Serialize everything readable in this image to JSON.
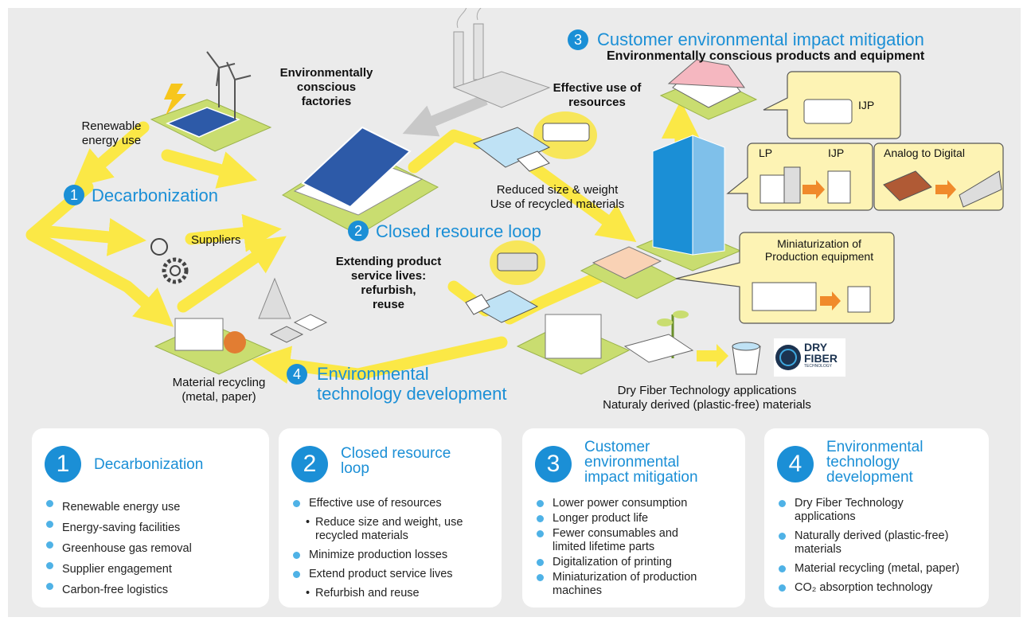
{
  "colors": {
    "accent": "#1b8fd6",
    "bullet": "#4fb2e6",
    "arrow": "#fbe846",
    "panel": "#ffffff",
    "background": "#ebebeb",
    "platform": "#c9dd70"
  },
  "icons": [
    "lightning-icon",
    "wind-turbine-icon",
    "solar-panel-icon",
    "factory-icon",
    "smokestack-icon",
    "gear-icon",
    "truck-icon",
    "printer-icon",
    "house-icon",
    "office-building-icon",
    "plant-icon",
    "cup-icon",
    "dry-fiber-logo"
  ],
  "diagram": {
    "labels": {
      "renewable": [
        "Renewable",
        "energy use"
      ],
      "factories": [
        "Environmentally",
        "conscious",
        "factories"
      ],
      "effective": [
        "Effective use of",
        "resources"
      ],
      "suppliers": "Suppliers",
      "reduced": [
        "Reduced size & weight",
        "Use of recycled materials"
      ],
      "extending": [
        "Extending product",
        "service lives:",
        "refurbish,",
        "reuse"
      ],
      "material": [
        "Material recycling",
        "(metal, paper)"
      ],
      "dryfiber_apps": [
        "Dry Fiber Technology applications",
        "Naturaly derived (plastic-free) materials"
      ],
      "customer_sub": "Environmentally conscious products and equipment"
    },
    "sections": [
      {
        "num": "1",
        "title": "Decarbonization"
      },
      {
        "num": "2",
        "title": "Closed resource loop"
      },
      {
        "num": "3",
        "title": "Customer environmental impact mitigation"
      },
      {
        "num": "4",
        "title": [
          "Environmental",
          "technology development"
        ]
      }
    ],
    "callouts": {
      "ijp_top": "IJP",
      "lp": "LP",
      "ijp": "IJP",
      "analog": "Analog to Digital",
      "mini": [
        "Miniaturization of",
        "Production equipment"
      ]
    },
    "logo": {
      "line1": "DRY",
      "line2": "FIBER",
      "line3": "TECHNOLOGY"
    }
  },
  "panels": [
    {
      "num": "1",
      "title": [
        "Decarbonization"
      ],
      "items": [
        {
          "t": "Renewable energy use"
        },
        {
          "t": "Energy-saving facilities"
        },
        {
          "t": "Greenhouse gas removal"
        },
        {
          "t": "Supplier engagement"
        },
        {
          "t": "Carbon-free logistics"
        }
      ]
    },
    {
      "num": "2",
      "title": [
        "Closed resource",
        "loop"
      ],
      "items": [
        {
          "t": "Effective use of resources"
        },
        {
          "t": "Reduce size and weight, use",
          "sub": true
        },
        {
          "t": "recycled materials",
          "cont": true
        },
        {
          "t": "Minimize production losses"
        },
        {
          "t": "Extend product service lives"
        },
        {
          "t": "Refurbish and reuse",
          "sub": true
        }
      ]
    },
    {
      "num": "3",
      "title": [
        "Customer",
        "environmental",
        "impact mitigation"
      ],
      "items": [
        {
          "t": "Lower power consumption"
        },
        {
          "t": "Longer product life"
        },
        {
          "t": "Fewer consumables and"
        },
        {
          "t": "limited lifetime parts",
          "cont": true
        },
        {
          "t": "Digitalization of printing"
        },
        {
          "t": "Miniaturization of production"
        },
        {
          "t": "machines",
          "cont": true
        }
      ]
    },
    {
      "num": "4",
      "title": [
        "Environmental",
        "technology",
        "development"
      ],
      "items": [
        {
          "t": "Dry Fiber Technology"
        },
        {
          "t": "applications",
          "cont": true
        },
        {
          "t": "Naturally derived (plastic-free)"
        },
        {
          "t": "materials",
          "cont": true
        },
        {
          "t": "Material recycling (metal, paper)"
        },
        {
          "t": "CO₂ absorption technology"
        }
      ]
    }
  ]
}
